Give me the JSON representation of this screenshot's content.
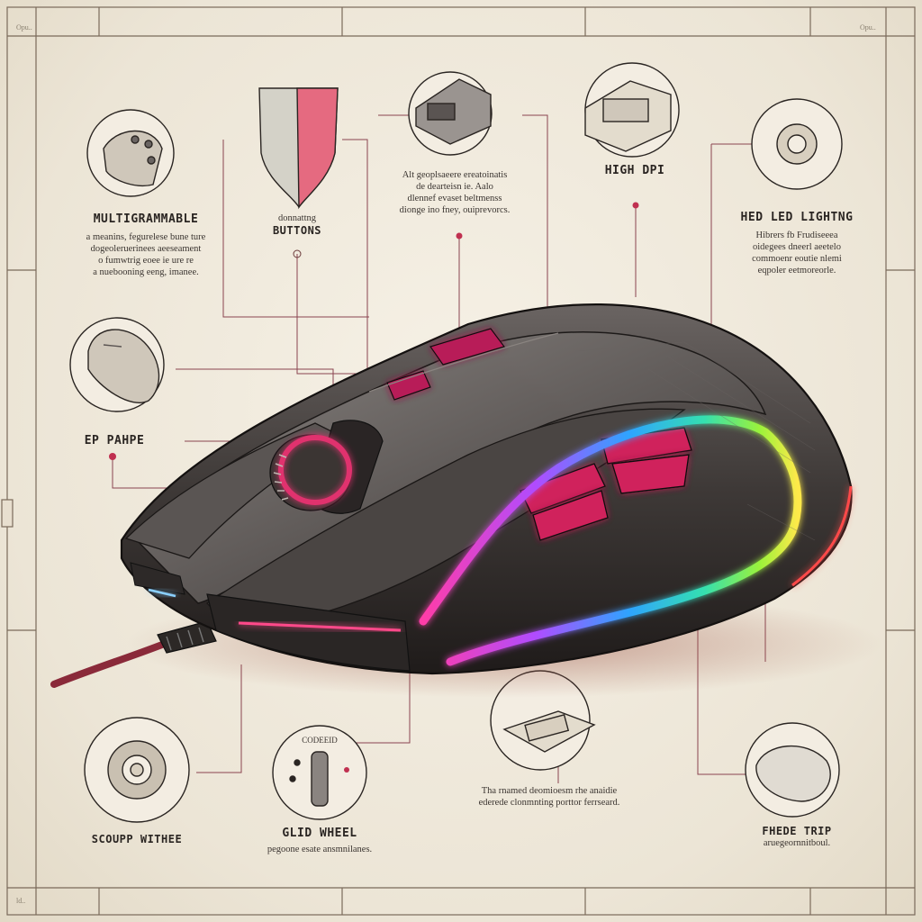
{
  "corner_marks": {
    "top_left": "Opu..",
    "top_right": "Opu..",
    "bottom_left": "ld.."
  },
  "callouts": {
    "programmable": {
      "title": "MULTIGRAMMABLE",
      "lines": [
        "a meanins, fegurelese bune ture",
        "dogeoleruerinees aeeseament",
        "o fumwtrig eoee ie ure re",
        "a nuebooning eeng, imanee."
      ]
    },
    "buttons": {
      "line1": "donnattng",
      "title": "BUTTONS"
    },
    "sensor": {
      "lines": [
        "Alt geoplsaeere ereatoinatis",
        "de dearteisn ie. Aalo",
        "dlennef evaset beltmenss",
        "dionge ino fney, ouiprevorcs."
      ]
    },
    "dpi": {
      "title": "HIGH DPI"
    },
    "lighting": {
      "title": "HED LED LIGHTNG",
      "lines": [
        "Hibrers fb Frudiseeea",
        "oidegees dneerl aeetelo",
        "commoenr eoutie nlemi",
        "eqpoler eetmoreorle."
      ]
    },
    "shape": {
      "title": "EP PAHPE"
    },
    "scroll": {
      "title": "SCOUPP WITHEE"
    },
    "wheel": {
      "tag": "CODEEID",
      "title": "GLID WHEEL",
      "line": "pegoone esate ansmnilanes."
    },
    "memory": {
      "lines": [
        "Tha rnamed deomioesm rhe anaidie",
        "ederede clonmnting porttor ferrseard."
      ]
    },
    "grip": {
      "title": "FHEDE TRIP",
      "line": "aruegeornnitboul."
    }
  },
  "colors": {
    "paper": "#efe9dd",
    "ink": "#2a2522",
    "accent_pink": "#e0306e",
    "body_dark": "#3b3634",
    "rgb_stops": [
      "#ff3da8",
      "#b04cff",
      "#2ea4ff",
      "#34e0b0",
      "#9cf23a",
      "#ffe94a"
    ]
  }
}
